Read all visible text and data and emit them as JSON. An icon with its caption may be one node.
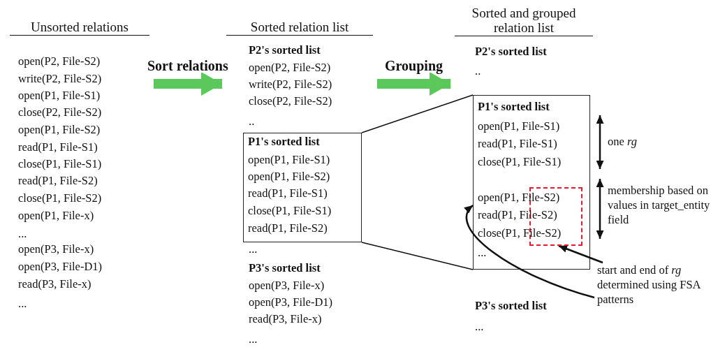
{
  "diagram": {
    "nodes": [
      {
        "text": [
          "Unsorted relations",
          "open(P2, File-S2)",
          "write(P2, File-S2)",
          "open(P1, File-S1)",
          "close(P2, File-S2)",
          "open(P1, File-S2)",
          "read(P1, File-S1)",
          "close(P1, File-S1)",
          "read(P1, File-S2)",
          "close(P1, File-S2)",
          "open(P1, File-x)",
          "...",
          "open(P3, File-x)",
          "open(P3, File-D1)",
          "read(P3, File-x)",
          "..."
        ]
      },
      {
        "text": [
          "Sorted relation list",
          "P2's sorted list",
          "open(P2, File-S2)",
          "write(P2, File-S2)",
          "close(P2, File-S2)",
          "..",
          "...",
          "P3's sorted list",
          "open(P3, File-x)",
          "open(P3, File-D1)",
          "read(P3, File-x)",
          "..."
        ]
      },
      {
        "text": [
          "P1's sorted list",
          "open(P1, File-S1)",
          "open(P1, File-S2)",
          "read(P1, File-S1)",
          "close(P1, File-S1)",
          "read(P1, File-S2)"
        ],
        "in": 1
      },
      {
        "text": [
          "Sorted and grouped relation list",
          "P2's sorted list",
          "..",
          "P3's sorted list",
          "..."
        ]
      },
      {
        "text": [
          "P1's sorted list",
          "open(P1, File-S1)",
          "read(P1, File-S1)",
          "close(P1, File-S1)",
          "open(P1, File-S2)",
          "read(P1, File-S2)",
          "close(P1, File-S2)",
          "..."
        ],
        "in": 3
      },
      {
        "text": [],
        "shape": "box",
        "in": 4
      },
      {
        "text": [
          "start and end of *rg* determined using FSA patterns"
        ]
      }
    ],
    "edges": [
      {
        "from": 0,
        "to": 1,
        "arrow": "to",
        "label": "Sort relations",
        "style": "thick",
        "color": "#5ac85a"
      },
      {
        "from": 1,
        "to": 3,
        "arrow": "to",
        "label": "Grouping",
        "style": "thick",
        "color": "#5ac85a"
      },
      {
        "from": 2,
        "to": 4,
        "arrow": "none"
      },
      {
        "from": 2,
        "to": 4,
        "arrow": "none"
      },
      {
        "from": 6,
        "to": 4,
        "arrow": "to"
      },
      {
        "from": 6,
        "to": 5,
        "arrow": "to"
      }
    ],
    "labels": [
      "one *rg*",
      "membership based on values in target_entity field"
    ]
  }
}
